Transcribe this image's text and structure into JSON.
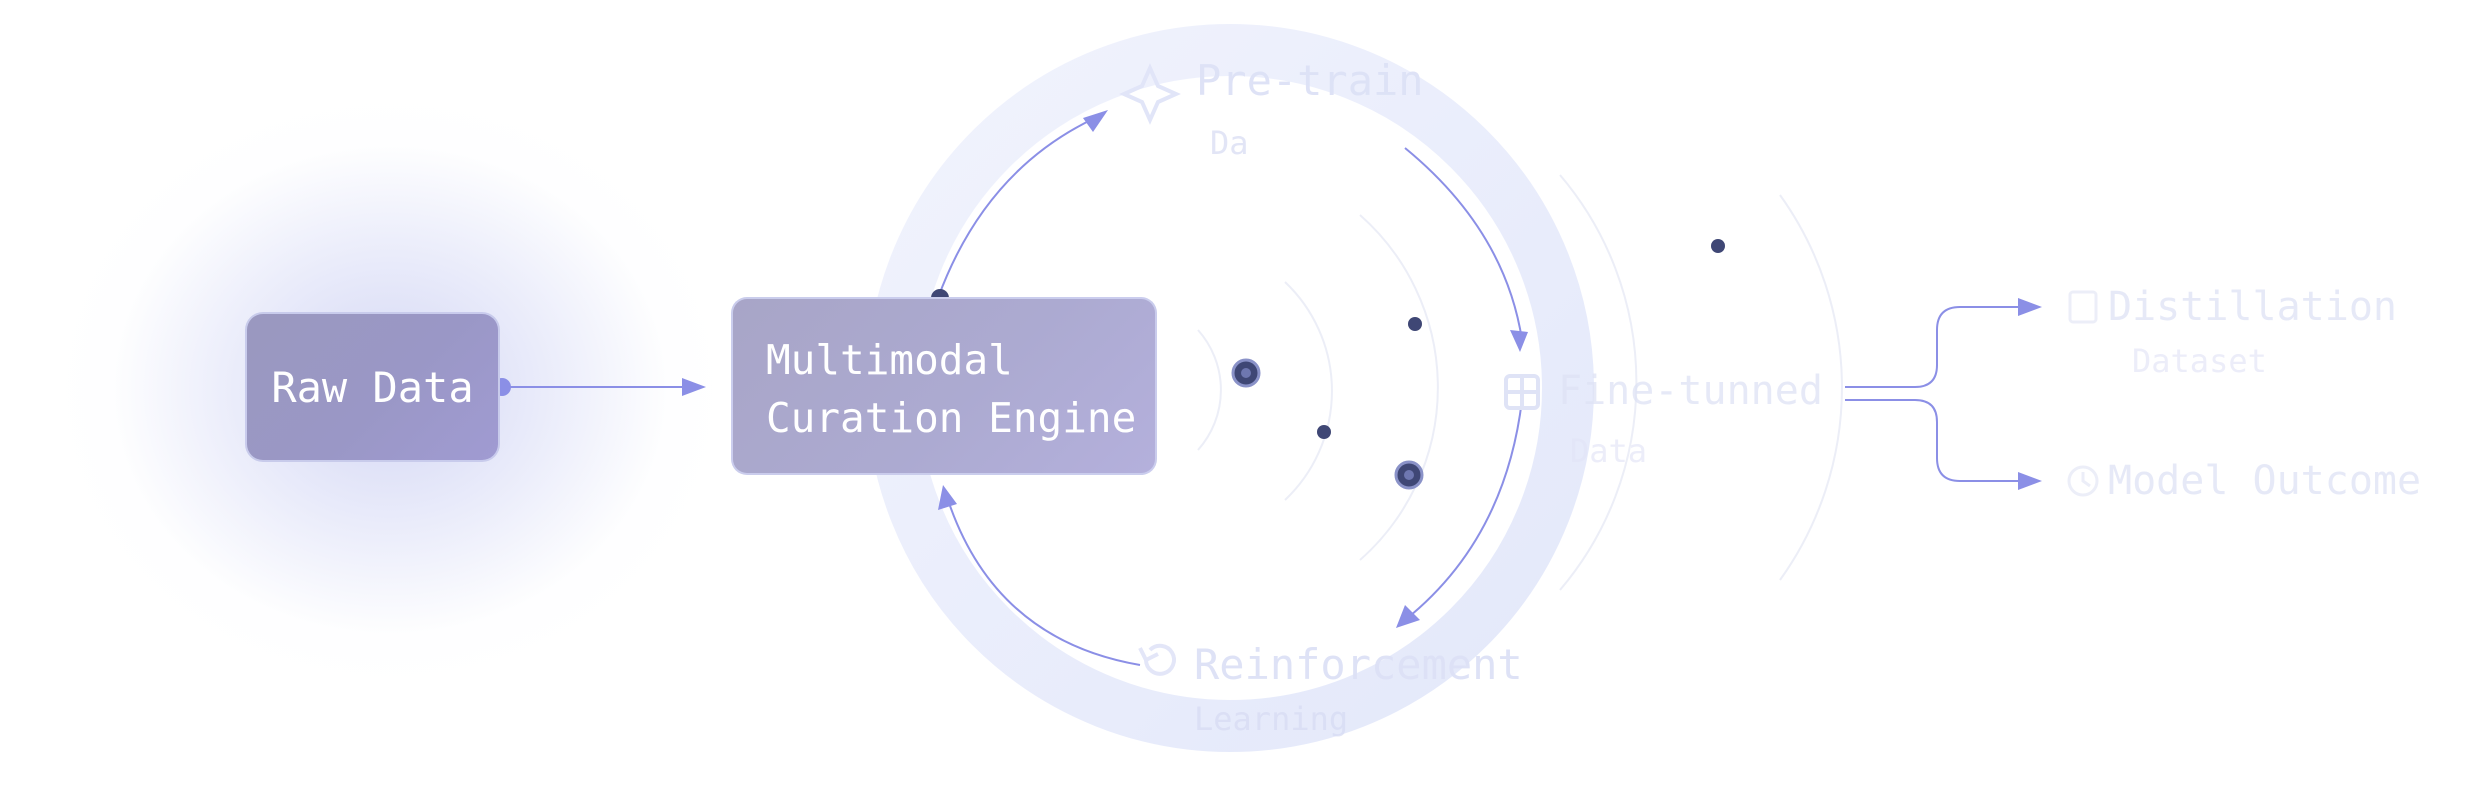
{
  "nodes": {
    "raw_data": "Raw Data",
    "engine_line1": "Multimodal",
    "engine_line2": "Curation Engine"
  },
  "ghost_labels": {
    "top_title": "Pre-train",
    "top_sub": "Da",
    "bottom_title": "Reinforcement",
    "bottom_sub": "Learning",
    "right_title": "Fine-tunned",
    "right_sub": "Data",
    "out_top_title": "Distillation",
    "out_top_sub": "Dataset",
    "out_bottom_title": "Model Outcome"
  },
  "icons": {
    "top": "sparkle-icon",
    "right": "grid-icon",
    "bottom": "refresh-icon",
    "out_top": "book-icon",
    "out_bottom": "clock-icon"
  },
  "colors": {
    "accent": "#8b8fe6",
    "node_fill": "#9a98c6",
    "dot": "#3f4775",
    "ring": "#e9ecfb"
  }
}
